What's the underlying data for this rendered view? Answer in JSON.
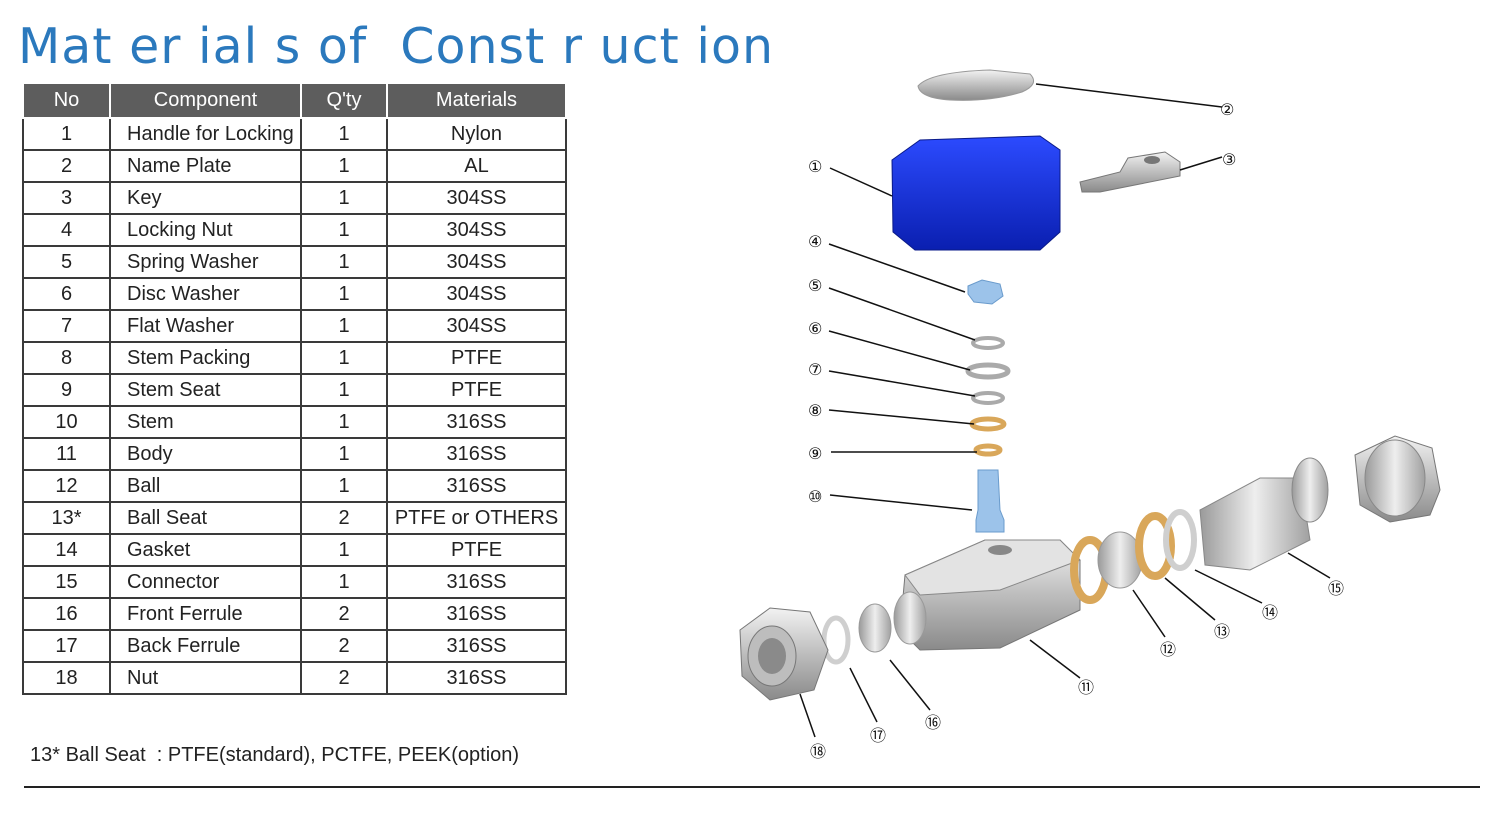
{
  "title": "Mat er ial s of  Const r uct ion",
  "table": {
    "headers": [
      "No",
      "Component",
      "Q'ty",
      "Materials"
    ],
    "rows": [
      {
        "no": "1",
        "component": "Handle for Locking",
        "qty": "1",
        "material": "Nylon"
      },
      {
        "no": "2",
        "component": "Name Plate",
        "qty": "1",
        "material": "AL"
      },
      {
        "no": "3",
        "component": "Key",
        "qty": "1",
        "material": "304SS"
      },
      {
        "no": "4",
        "component": "Locking Nut",
        "qty": "1",
        "material": "304SS"
      },
      {
        "no": "5",
        "component": "Spring Washer",
        "qty": "1",
        "material": "304SS"
      },
      {
        "no": "6",
        "component": "Disc Washer",
        "qty": "1",
        "material": "304SS"
      },
      {
        "no": "7",
        "component": "Flat Washer",
        "qty": "1",
        "material": "304SS"
      },
      {
        "no": "8",
        "component": "Stem Packing",
        "qty": "1",
        "material": "PTFE"
      },
      {
        "no": "9",
        "component": "Stem Seat",
        "qty": "1",
        "material": "PTFE"
      },
      {
        "no": "10",
        "component": "Stem",
        "qty": "1",
        "material": "316SS"
      },
      {
        "no": "11",
        "component": "Body",
        "qty": "1",
        "material": "316SS"
      },
      {
        "no": "12",
        "component": "Ball",
        "qty": "1",
        "material": "316SS"
      },
      {
        "no": "13*",
        "component": "Ball Seat",
        "qty": "2",
        "material": "PTFE or OTHERS"
      },
      {
        "no": "14",
        "component": "Gasket",
        "qty": "1",
        "material": "PTFE"
      },
      {
        "no": "15",
        "component": "Connector",
        "qty": "1",
        "material": "316SS"
      },
      {
        "no": "16",
        "component": "Front Ferrule",
        "qty": "2",
        "material": "316SS"
      },
      {
        "no": "17",
        "component": "Back Ferrule",
        "qty": "2",
        "material": "316SS"
      },
      {
        "no": "18",
        "component": "Nut",
        "qty": "2",
        "material": "316SS"
      }
    ]
  },
  "footnote": "13* Ball Seat  : PTFE(standard), PCTFE, PEEK(option)",
  "diagram": {
    "callouts": [
      "①",
      "②",
      "③",
      "④",
      "⑤",
      "⑥",
      "⑦",
      "⑧",
      "⑨",
      "⑩",
      "⑪",
      "⑫",
      "⑬",
      "⑭",
      "⑮",
      "⑯",
      "⑰",
      "⑱"
    ]
  },
  "colors": {
    "title": "#2b79bd",
    "header_bg": "#5d5d5d",
    "handle": "#1230d8",
    "ptfe_parts": "#d9a75a",
    "locking_nut": "#9cc3ea",
    "steel": "#c8c8c8"
  }
}
